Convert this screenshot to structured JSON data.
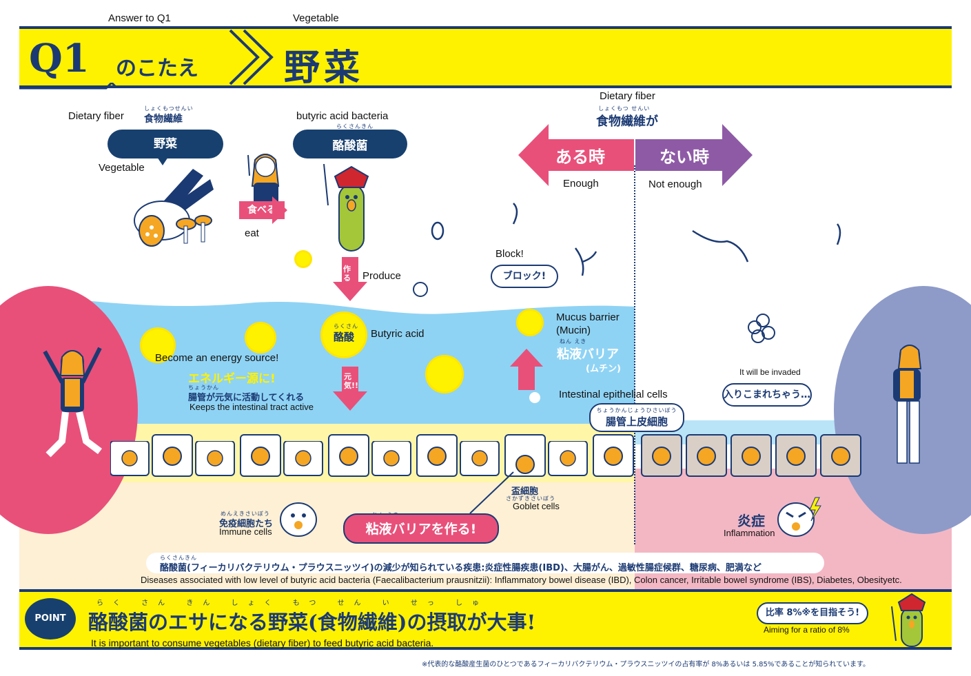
{
  "top_labels": {
    "answer": "Answer to Q1",
    "vegetable": "Vegetable"
  },
  "header": {
    "q": "Q1",
    "kotae": "のこたえ",
    "answer_jp": "野菜"
  },
  "left": {
    "dietary_fiber_en": "Dietary fiber",
    "fiber_ruby": "しょくもつせんい",
    "fiber_jp": "食物繊維",
    "yasai_pill": "野菜",
    "vegetable_en": "Vegetable",
    "taberu": "食べる",
    "eat_en": "eat",
    "bacteria_en": "butyric acid bacteria",
    "bacteria_ruby": "らくさんきん",
    "bacteria_jp": "酪酸菌",
    "tsukuru": "作る",
    "produce_en": "Produce",
    "butyric_ruby": "らくさん",
    "butyric_jp": "酪酸",
    "butyric_en": "Butyric acid",
    "genki": "元気!!",
    "energy_en": "Become an energy source!",
    "energy_jp": "エネルギー源に!",
    "active_ruby": "ちょうかん",
    "active_jp": "腸管が元気に活動してくれる",
    "active_en": "Keeps the intestinal tract active",
    "immune_ruby": "めんえきさいぼう",
    "immune_jp": "免疫細胞たち",
    "immune_en": "Immune cells",
    "nenki_ruby": "ねん えき",
    "mucus_make": "粘液バリアを作る!",
    "goblet_jp": "盃細胞",
    "goblet_ruby": "さかずきさいぼう",
    "goblet_en": "Goblet cells"
  },
  "right": {
    "dietary_fiber_en": "Dietary fiber",
    "fiber_ruby": "しょくもつ せんい",
    "fiber_ga": "食物繊維が",
    "aru": "ある時",
    "nai": "ない時",
    "enough": "Enough",
    "not_enough": "Not enough",
    "block_en": "Block!",
    "block_jp": "ブロック!",
    "mucus_en1": "Mucus barrier",
    "mucus_en2": "(Mucin)",
    "mucus_ruby": "ねん えき",
    "mucus_jp": "粘液バリア",
    "mucin_jp": "(ムチン)",
    "epi_en": "Intestinal epithelial cells",
    "epi_ruby": "ちょうかんじょうひさいぼう",
    "epi_jp": "腸管上皮細胞",
    "invaded_en": "It will be invaded",
    "invaded_jp": "入りこまれちゃう…",
    "enshou": "炎症",
    "inflammation_en": "Inflammation"
  },
  "diseases": {
    "ruby": "らくさんきん",
    "jp": "酪酸菌(フィーカリバクテリウム・プラウスニッツイ)の減少が知られている疾患:炎症性腸疾患(IBD)、大腸がん、過敏性腸症候群、糖尿病、肥満など",
    "en": "Diseases associated with low level of butyric acid bacteria (Faecalibacterium prausnitzii): Inflammatory bowel disease (IBD), Colon cancer, Irritable bowel syndrome (IBS), Diabetes, Obesityetc."
  },
  "point": {
    "badge": "POINT",
    "ruby": "らく さん きん しょく もつ せん い せっ しゅ",
    "jp": "酪酸菌のエサになる野菜(食物繊維)の摂取が大事!",
    "en": "It is important to consume vegetables (dietary fiber) to feed butyric acid bacteria.",
    "ratio_jp": "比率 8%※を目指そう!",
    "ratio_en": "Aiming for a ratio of 8%"
  },
  "footnote": "※代表的な酪酸産生菌のひとつであるフィーカリバクテリウム・プラウスニッツイの占有率が 8%あるいは 5.85%であることが知られています。",
  "colors": {
    "navy": "#1b3a73",
    "yellow": "#fff200",
    "pink": "#e8507a",
    "purple": "#8e5aa6",
    "sky": "#8fd3f4",
    "cream": "#fdf0d5",
    "rose": "#f3b7c4"
  }
}
